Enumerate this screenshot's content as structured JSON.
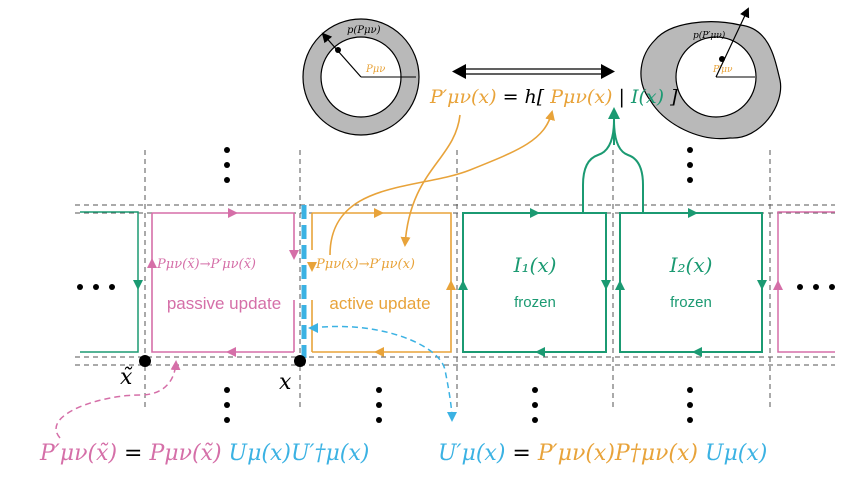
{
  "colors": {
    "pink": "#d56fa8",
    "orange": "#e8a33a",
    "green": "#1b9a72",
    "blue": "#3bb2e3",
    "grid": "#555555",
    "disk_fill": "#b9b9b9"
  },
  "top_equation": {
    "lhs": "P′μν(x)",
    "equals": "= h[",
    "arg_p": "Pμν(x)",
    "bar": "|",
    "arg_i": "I(x)",
    "close": "]"
  },
  "circle_left": {
    "radius_label": "p(Pμν)",
    "angle_label": "Pμν"
  },
  "circle_right": {
    "radius_label": "p(P′μν)",
    "angle_label": "P′μν"
  },
  "plaquettes": {
    "pink": {
      "formula": "Pμν(x̃)→P′μν(x̃)",
      "label": "passive update"
    },
    "orange": {
      "formula": "Pμν(x)→P′μν(x)",
      "label": "active update"
    },
    "green1": {
      "formula": "I₁(x)",
      "label": "frozen"
    },
    "green2": {
      "formula": "I₂(x)",
      "label": "frozen"
    }
  },
  "ellipses": {
    "horizontal": "•••",
    "vertical": "⋮"
  },
  "sites": {
    "x_tilde": "x̃",
    "x": "x"
  },
  "bottom_left_equation": {
    "lhs": "P′μν(x̃)",
    "eq": "=",
    "p": "Pμν(x̃)",
    "u": "Uμ(x)U′†μ(x)"
  },
  "bottom_right_equation": {
    "lhs": "U′μ(x)",
    "eq": "=",
    "pp": "P′μν(x)P†μν(x)",
    "u": "Uμ(x)"
  }
}
